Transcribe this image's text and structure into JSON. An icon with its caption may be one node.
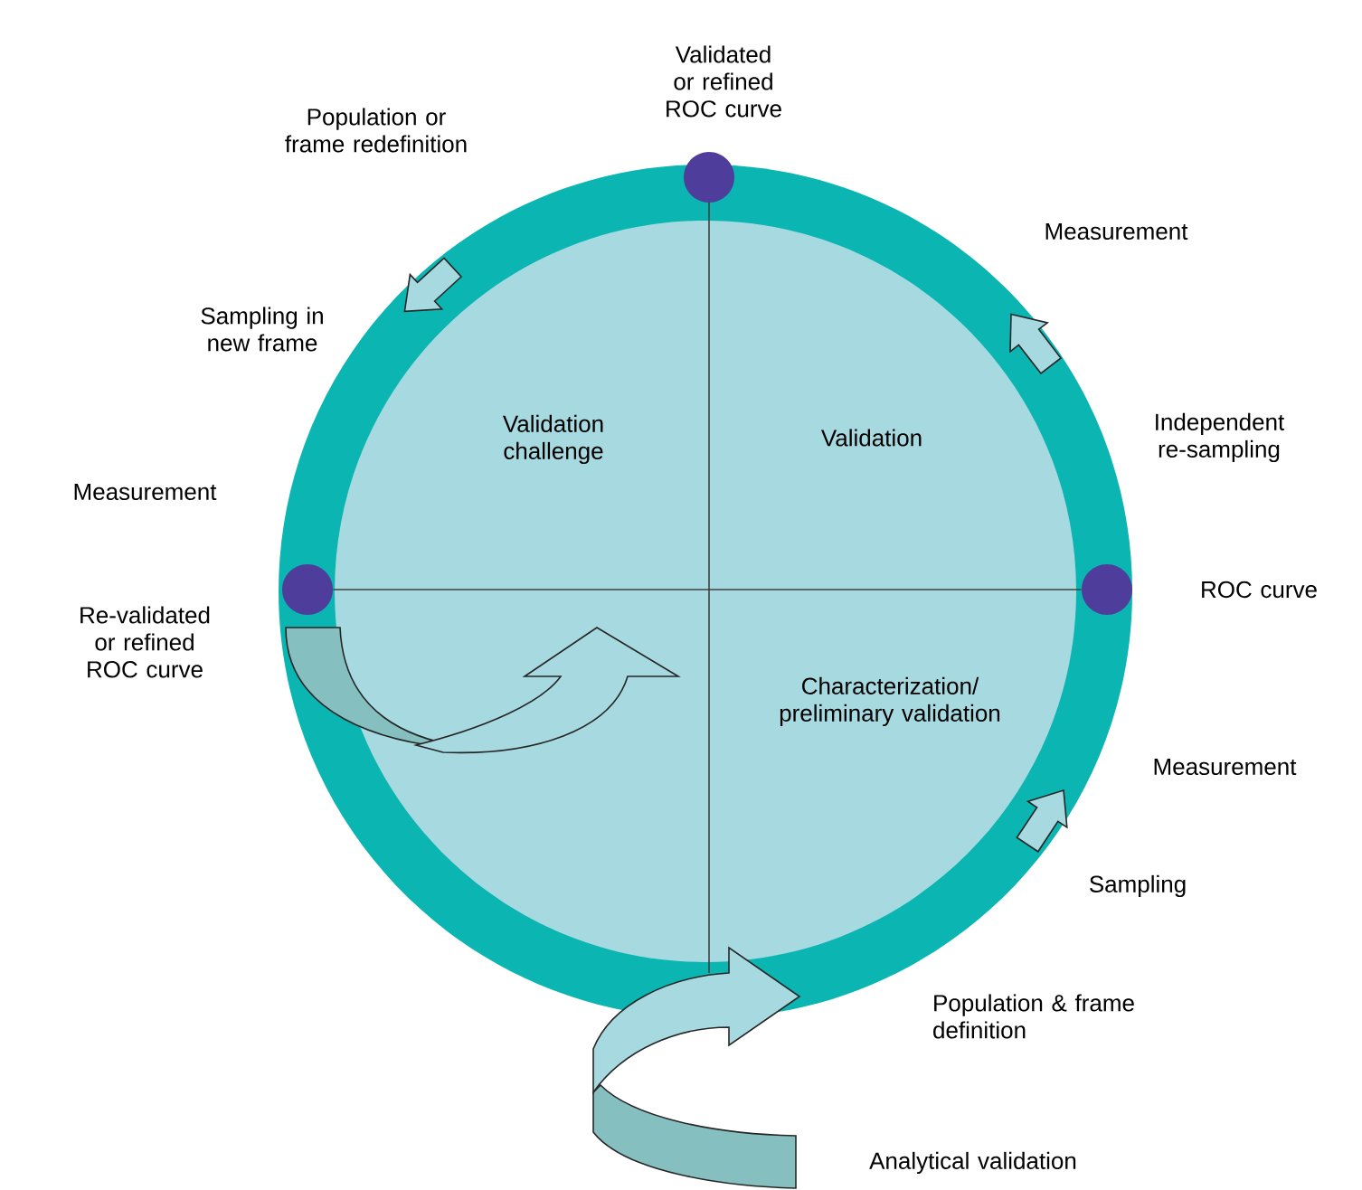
{
  "diagram": {
    "nodes": [
      {
        "text": [],
        "shape": "circle",
        "beside": [
          "Validated or refined ROC curve"
        ]
      },
      {
        "text": [],
        "shape": "circle",
        "beside": [
          "Re-validated or refined ROC curve"
        ]
      },
      {
        "text": [],
        "shape": "circle",
        "beside": [
          "ROC curve"
        ]
      }
    ],
    "edges": [
      {
        "from": 1,
        "to": 2,
        "arrow": "none"
      }
    ],
    "labels": [
      "Population or frame redefinition",
      "Measurement",
      "Sampling in new frame",
      "Validation challenge",
      "Validation",
      "Independent re-sampling",
      "Measurement",
      "Characterization/ preliminary validation",
      "Measurement",
      "Sampling",
      "Population & frame definition",
      "Analytical validation"
    ]
  }
}
